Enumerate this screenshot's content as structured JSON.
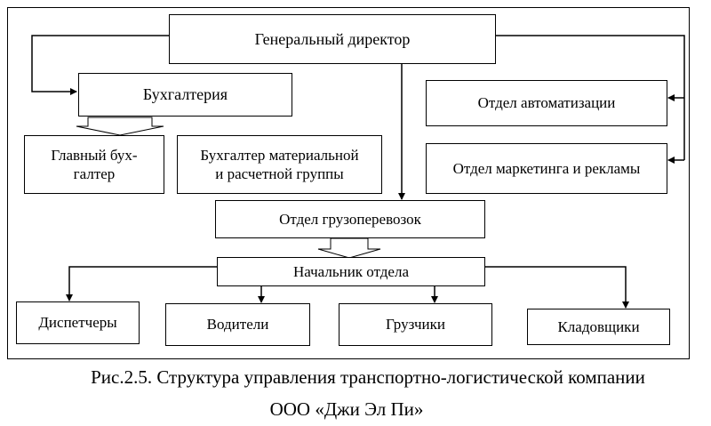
{
  "nodes": {
    "director": "Генеральный директор",
    "accounting": "Бухгалтерия",
    "chief_accountant": "Главный бух-\nгалтер",
    "material_accountant": "Бухгалтер материальной\nи расчетной группы",
    "automation_dept": "Отдел автоматизации",
    "marketing_dept": "Отдел маркетинга и рекламы",
    "freight_dept": "Отдел грузоперевозок",
    "dept_head": "Начальник отдела",
    "dispatchers": "Диспетчеры",
    "drivers": "Водители",
    "loaders": "Грузчики",
    "storekeepers": "Кладовщики"
  },
  "caption": {
    "line1": "Рис.2.5. Структура управления транспортно-логистической компании",
    "line2": "ООО «Джи Эл Пи»"
  }
}
